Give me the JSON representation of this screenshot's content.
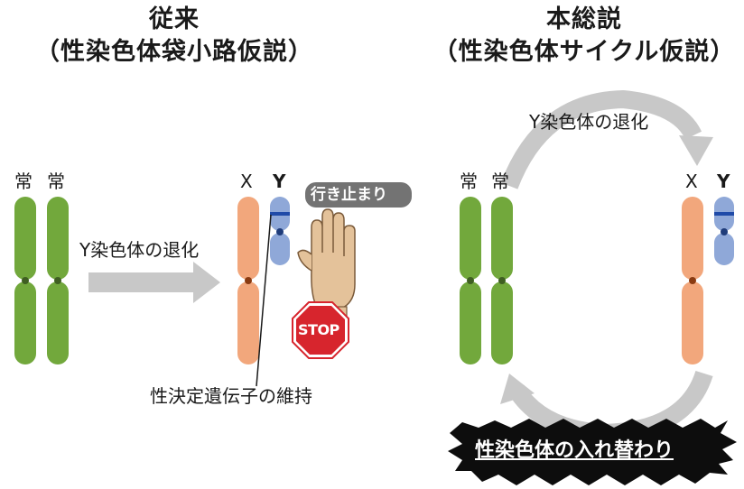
{
  "left_panel": {
    "title_line1": "従来",
    "title_line2": "（性染色体袋小路仮説）",
    "autosome_label_1": "常",
    "autosome_label_2": "常",
    "arrow_label": "Y染色体の退化",
    "x_label": "X",
    "y_label": "Y",
    "dead_end_badge": "行き止まり",
    "stop_sign": "STOP",
    "maintenance_label": "性決定遺伝子の維持"
  },
  "right_panel": {
    "title_line1": "本総説",
    "title_line2": "（性染色体サイクル仮説）",
    "cycle_top_label": "Y染色体の退化",
    "autosome_label_1": "常",
    "autosome_label_2": "常",
    "x_label": "X",
    "y_label": "Y",
    "turnover_banner": "性染色体の入れ替わり"
  },
  "colors": {
    "autosome": "#72a83c",
    "x_chromosome": "#f2a77c",
    "y_chromosome": "#8fa8d8",
    "arrow": "#c8c8c8",
    "stop": "#d7252d",
    "badge": "#737373"
  }
}
